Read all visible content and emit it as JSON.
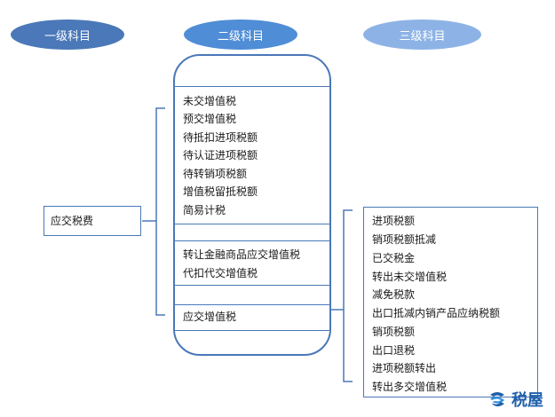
{
  "headers": {
    "level1": "一级科目",
    "level2": "二级科目",
    "level3": "三级科目"
  },
  "level1_item": "应交税费",
  "level2_groups": [
    [
      "未交增值税",
      "预交增值税",
      "待抵扣进项税额",
      "待认证进项税额",
      "待转销项税额",
      "增值税留抵税额",
      "简易计税"
    ],
    [
      "转让金融商品应交增值税",
      "代扣代交增值税"
    ],
    [
      "应交增值税"
    ]
  ],
  "level3_items": [
    "进项税额",
    "销项税额抵减",
    "已交税金",
    "转出未交增值税",
    "减免税款",
    "出口抵减内销产品应纳税额",
    "销项税额",
    "出口退税",
    "进项税额转出",
    "转出多交增值税"
  ],
  "logo_text": "税屋",
  "colors": {
    "dark_blue": "#4a78b8",
    "mid_blue": "#4f8dd6",
    "light_blue": "#8db3e6"
  }
}
